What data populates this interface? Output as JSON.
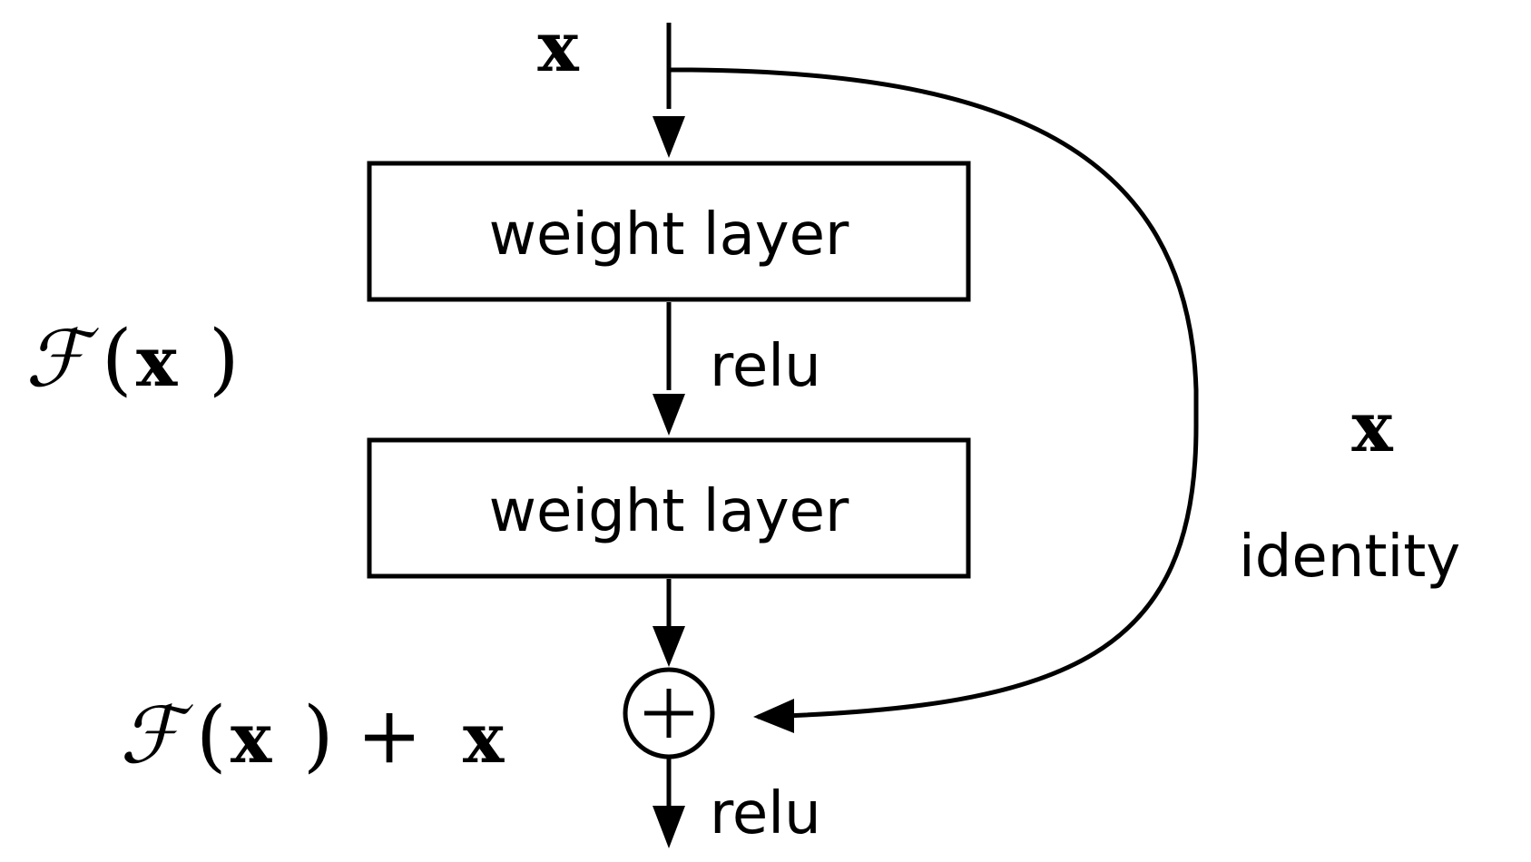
{
  "input_label": "x",
  "layers": [
    {
      "label": "weight layer"
    },
    {
      "label": "weight layer"
    }
  ],
  "activations": [
    {
      "label": "relu"
    },
    {
      "label": "relu"
    }
  ],
  "residual_label": {
    "script": "ℱ",
    "open": "(",
    "var": "x",
    "close": ")"
  },
  "sum_label": {
    "script": "ℱ",
    "open": "(",
    "var": "x",
    "close": ")",
    "plus": "+",
    "var2": "x"
  },
  "shortcut": {
    "var": "x",
    "label": "identity"
  },
  "add_symbol": "+",
  "colors": {
    "ink": "#000000",
    "background": "#ffffff"
  }
}
